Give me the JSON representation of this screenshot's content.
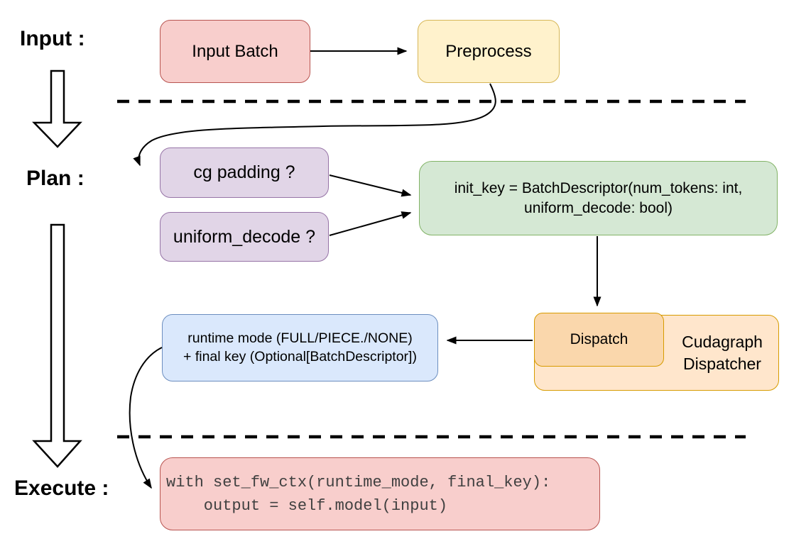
{
  "stages": {
    "input_label": "Input :",
    "plan_label": "Plan :",
    "execute_label": "Execute :"
  },
  "nodes": {
    "input_batch": {
      "label": "Input Batch",
      "fill": "#f8cecc",
      "border": "#b85450"
    },
    "preprocess": {
      "label": "Preprocess",
      "fill": "#fff2cc",
      "border": "#d6b656"
    },
    "cg_padding": {
      "label": "cg padding ?",
      "fill": "#e1d5e7",
      "border": "#9673a6"
    },
    "uniform_decode": {
      "label": "uniform_decode ?",
      "fill": "#e1d5e7",
      "border": "#9673a6"
    },
    "init_key": {
      "lines": [
        "init_key = BatchDescriptor(num_tokens: int,",
        "uniform_decode: bool)"
      ],
      "fill": "#d5e8d4",
      "border": "#82b366"
    },
    "dispatch": {
      "label": "Dispatch",
      "fill": "#fad7ac",
      "border": "#d79b00"
    },
    "cudagraph_dispatcher": {
      "lines": [
        "Cudagraph",
        "Dispatcher"
      ],
      "fill": "#ffe6cc",
      "border": "#d79b00"
    },
    "runtime_mode": {
      "lines": [
        "runtime mode (FULL/PIECE./NONE)",
        "+ final key (Optional[BatchDescriptor])"
      ],
      "fill": "#dae8fc",
      "border": "#6c8ebf"
    },
    "execute_code": {
      "lines": [
        "with set_fw_ctx(runtime_mode, final_key):",
        "    output = self.model(input)"
      ],
      "fill": "#f8cecc",
      "border": "#b85450",
      "text_color": "#404040"
    }
  },
  "separators": {
    "style": "dashed",
    "color": "#000000",
    "count": 2
  },
  "connector_color": "#000000"
}
